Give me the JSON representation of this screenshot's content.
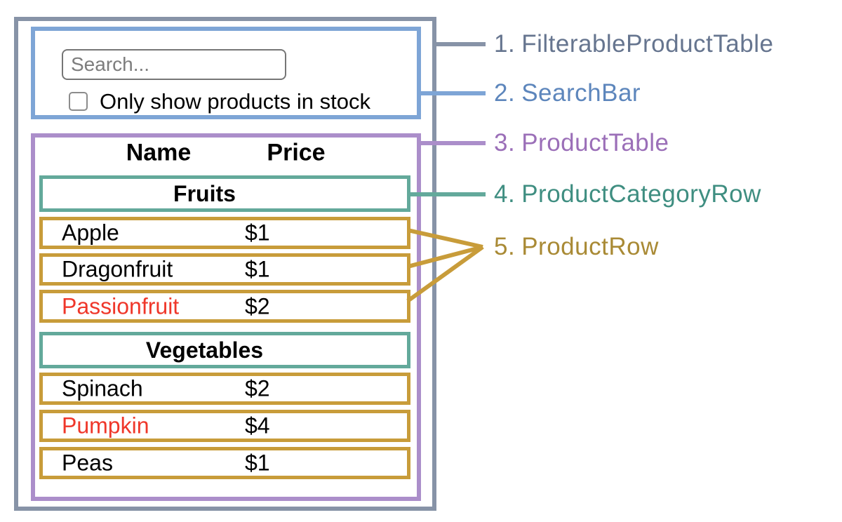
{
  "search_bar": {
    "input_placeholder": "Search...",
    "input_value": "",
    "checkbox_label": "Only show products in stock",
    "checkbox_checked": false
  },
  "product_table": {
    "headers": {
      "name": "Name",
      "price": "Price"
    },
    "sections": [
      {
        "category": "Fruits",
        "rows": [
          {
            "name": "Apple",
            "price": "$1",
            "out_of_stock": false
          },
          {
            "name": "Dragonfruit",
            "price": "$1",
            "out_of_stock": false
          },
          {
            "name": "Passionfruit",
            "price": "$2",
            "out_of_stock": true
          }
        ]
      },
      {
        "category": "Vegetables",
        "rows": [
          {
            "name": "Spinach",
            "price": "$2",
            "out_of_stock": false
          },
          {
            "name": "Pumpkin",
            "price": "$4",
            "out_of_stock": true
          },
          {
            "name": "Peas",
            "price": "$1",
            "out_of_stock": false
          }
        ]
      }
    ]
  },
  "legend": {
    "items": [
      {
        "number": "1.",
        "label": "FilterableProductTable",
        "color": "#66758f"
      },
      {
        "number": "2.",
        "label": "SearchBar",
        "color": "#5d86bc"
      },
      {
        "number": "3.",
        "label": "ProductTable",
        "color": "#9b6fb8"
      },
      {
        "number": "4.",
        "label": "ProductCategoryRow",
        "color": "#3f8e81"
      },
      {
        "number": "5.",
        "label": "ProductRow",
        "color": "#a98a35"
      }
    ]
  },
  "colors": {
    "outer_border": "#8793a7",
    "search_bar_border": "#7ea5d6",
    "product_table_border": "#ab8eca",
    "category_row_border": "#63a99b",
    "product_row_border": "#c89c3a",
    "out_of_stock_text": "#ef372a"
  }
}
